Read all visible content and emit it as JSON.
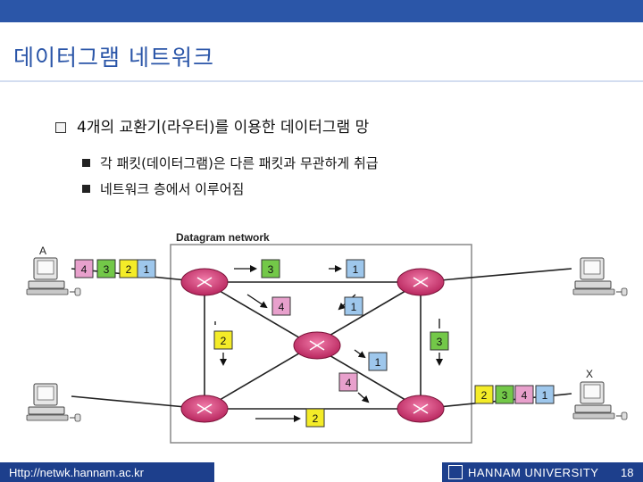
{
  "slide": {
    "title": "데이터그램 네트워크",
    "bullet_main": "4개의 교환기(라우터)를 이용한 데이터그램 망",
    "sub_bullets": [
      "각 패킷(데이터그램)은 다른 패킷과 무관하게 취급",
      "네트워크 층에서 이루어짐"
    ]
  },
  "diagram": {
    "network_label": "Datagram network",
    "station_a": "A",
    "station_x": "X",
    "packets": {
      "source_queue": [
        "4",
        "3",
        "2",
        "1"
      ],
      "top_left": "3",
      "top_right": "1",
      "upper_left_diag": "4",
      "upper_right_diag": "1",
      "left_vertical": "2",
      "right_vertical": "3",
      "lower_center_1": "1",
      "lower_center_4": "4",
      "bottom": "2",
      "dest_queue": [
        "2",
        "3",
        "4",
        "1"
      ]
    },
    "packet_colors": {
      "1": "#9ec7ec",
      "2": "#f4ec28",
      "3": "#73c848",
      "4": "#e8a0cc"
    },
    "router_color": "#d4467e"
  },
  "footer": {
    "url": "Http://netwk.hannam.ac.kr",
    "university": "HANNAM UNIVERSITY",
    "page": "18"
  }
}
